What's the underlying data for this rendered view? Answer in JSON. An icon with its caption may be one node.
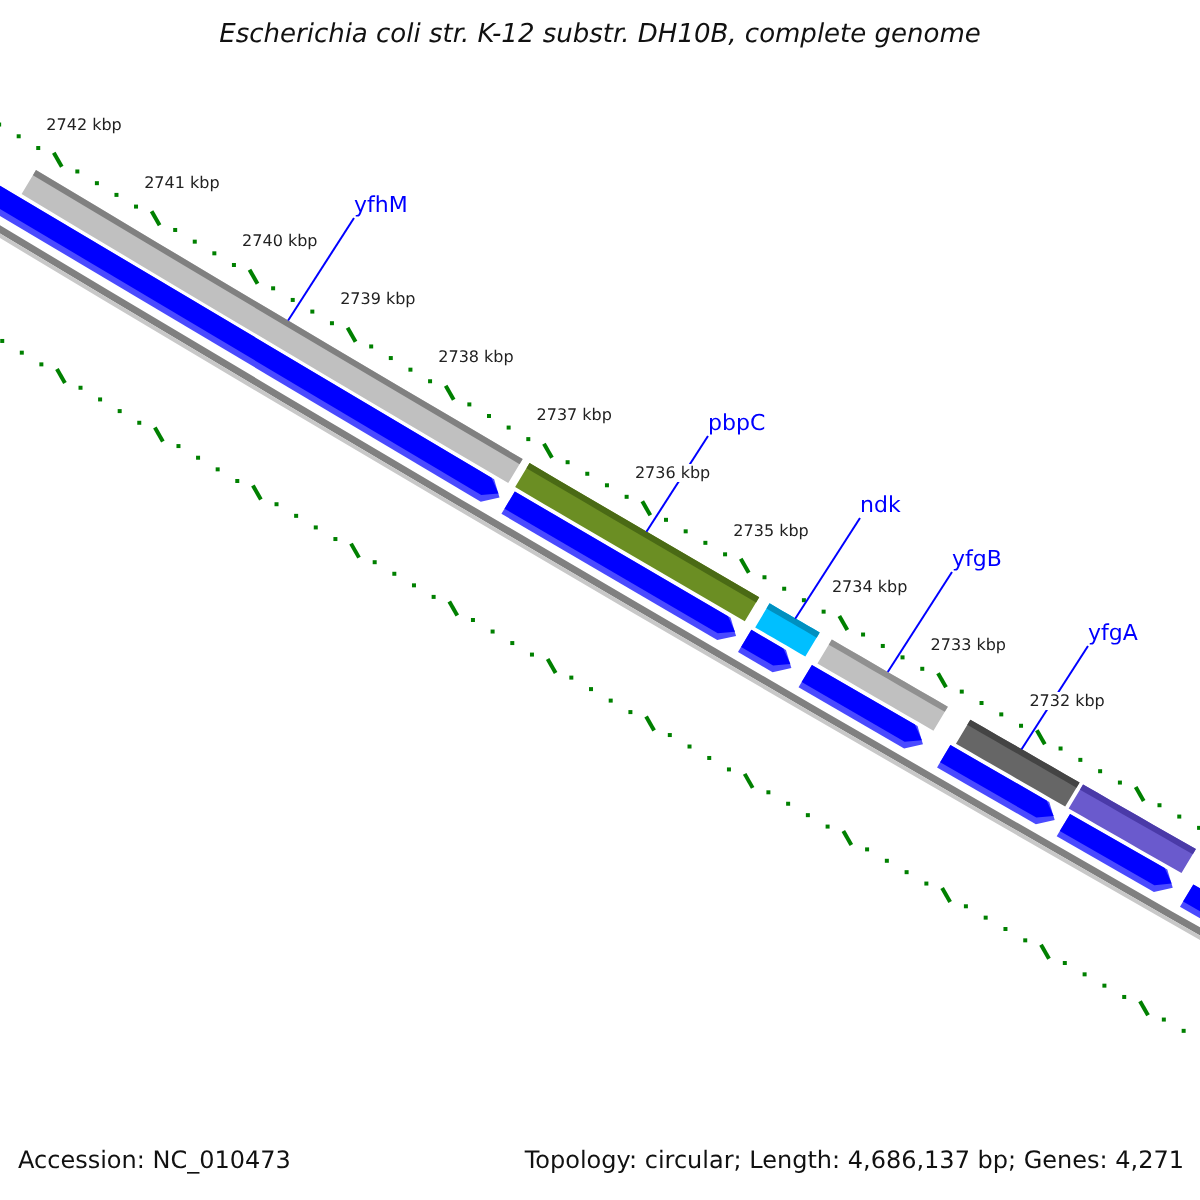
{
  "diagram": {
    "title": "Escherichia coli str. K-12 substr. DH10B, complete genome",
    "nodes": [
      {
        "text": [
          "yfhM"
        ]
      },
      {
        "text": [],
        "shape": "bar"
      },
      {
        "text": [
          "pbpC"
        ]
      },
      {
        "text": [],
        "shape": "bar"
      },
      {
        "text": [
          "ndk"
        ]
      },
      {
        "text": [],
        "shape": "bar"
      },
      {
        "text": [
          "yfgB"
        ]
      },
      {
        "text": [],
        "shape": "bar"
      },
      {
        "text": [
          "yfgA"
        ]
      },
      {
        "text": [],
        "shape": "bar"
      },
      {
        "text": [],
        "shape": "bar"
      },
      {
        "text": [],
        "shape": "pentagon"
      },
      {
        "text": [],
        "shape": "pentagon"
      },
      {
        "text": [],
        "shape": "pentagon"
      },
      {
        "text": [],
        "shape": "pentagon"
      },
      {
        "text": [],
        "shape": "pentagon"
      },
      {
        "text": [],
        "shape": "pentagon"
      },
      {
        "text": [],
        "shape": "pentagon"
      }
    ],
    "edges": [
      {
        "from": 0,
        "to": 1,
        "arrow": "none"
      },
      {
        "from": 2,
        "to": 3,
        "arrow": "none"
      },
      {
        "from": 4,
        "to": 5,
        "arrow": "none"
      },
      {
        "from": 6,
        "to": 7,
        "arrow": "none"
      },
      {
        "from": 8,
        "to": 9,
        "arrow": "none"
      }
    ],
    "labels": [
      "2742 kbp",
      "2741 kbp",
      "2740 kbp",
      "2739 kbp",
      "2738 kbp",
      "2737 kbp",
      "2736 kbp",
      "2735 kbp",
      "2734 kbp",
      "2733 kbp",
      "2732 kbp",
      "Accession: NC_010473",
      "Topology: circular; Length: 4,686,137 bp; Genes: 4,271"
    ]
  }
}
